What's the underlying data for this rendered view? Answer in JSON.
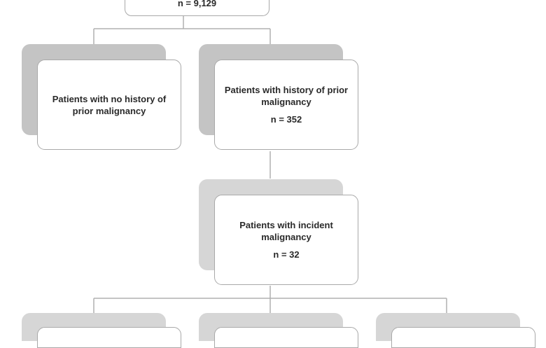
{
  "diagram": {
    "top_node": {
      "count": "n = 9,129"
    },
    "level1": [
      {
        "label": "Patients with no history of prior malignancy",
        "count": ""
      },
      {
        "label": "Patients with history of prior malignancy",
        "count": "n = 352"
      }
    ],
    "level2": [
      {
        "label": "Patients with incident malignancy",
        "count": "n = 32"
      }
    ],
    "colors": {
      "connector": "#b0b0b0",
      "shadow_dark": "#c4c4c4",
      "shadow_light": "#d6d6d6",
      "card_border": "#a9a9a9",
      "text": "#2a2a2a"
    }
  }
}
